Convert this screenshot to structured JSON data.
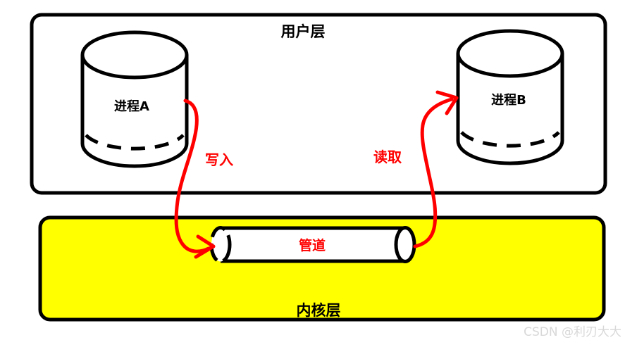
{
  "diagram": {
    "user_layer": {
      "title": "用户层",
      "box_fill": "#ffffff",
      "box_stroke": "#000000",
      "processes": [
        {
          "label": "进程A",
          "id": "process-a"
        },
        {
          "label": "进程B",
          "id": "process-b"
        }
      ]
    },
    "kernel_layer": {
      "title": "内核层",
      "box_fill": "#ffff00",
      "box_stroke": "#000000",
      "pipe": {
        "label": "管道",
        "fill": "#ffffff",
        "stroke": "#000000",
        "label_color": "#ff0000"
      }
    },
    "arrows": [
      {
        "id": "write-arrow",
        "label": "写入",
        "color": "#ff0000",
        "from": "进程A",
        "to": "管道"
      },
      {
        "id": "read-arrow",
        "label": "读取",
        "color": "#ff0000",
        "from": "管道",
        "to": "进程B"
      }
    ],
    "watermark": "CSDN @利刃大大"
  }
}
